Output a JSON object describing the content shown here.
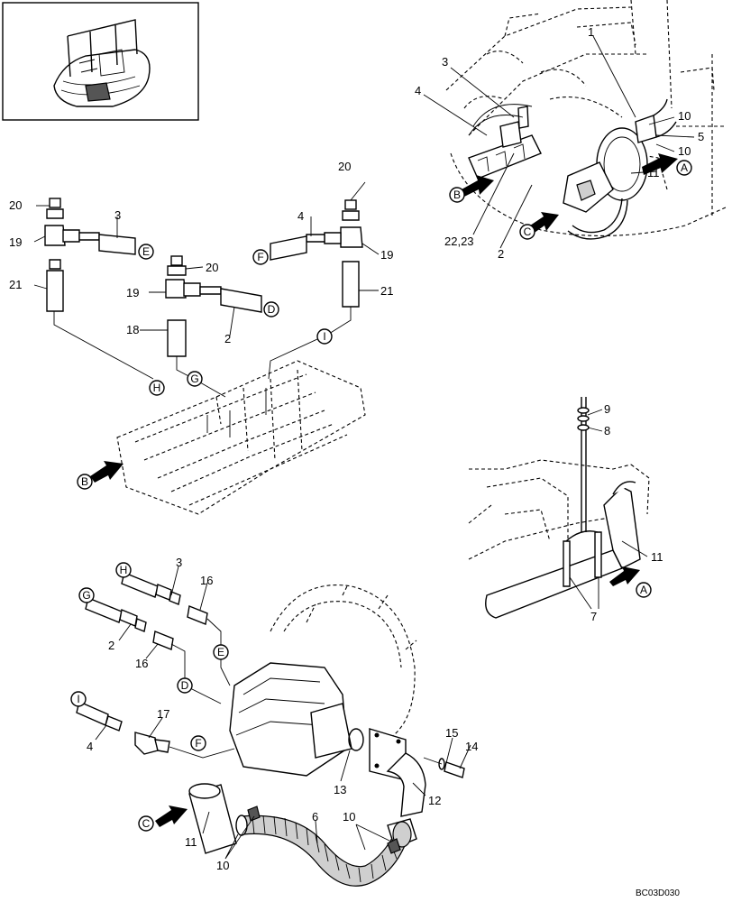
{
  "drawing_code": "BC03D030",
  "callouts": {
    "n1": "1",
    "n2": "2",
    "n3": "3",
    "n4": "4",
    "n5": "5",
    "n6": "6",
    "n7": "7",
    "n8": "8",
    "n9": "9",
    "n10": "10",
    "n11": "11",
    "n12": "12",
    "n13": "13",
    "n14": "14",
    "n15": "15",
    "n16": "16",
    "n17": "17",
    "n18": "18",
    "n19": "19",
    "n20": "20",
    "n21": "21",
    "n2223": "22,23"
  },
  "view_letters": {
    "A": "A",
    "B": "B",
    "C": "C",
    "D": "D",
    "E": "E",
    "F": "F",
    "G": "G",
    "H": "H",
    "I": "I"
  }
}
